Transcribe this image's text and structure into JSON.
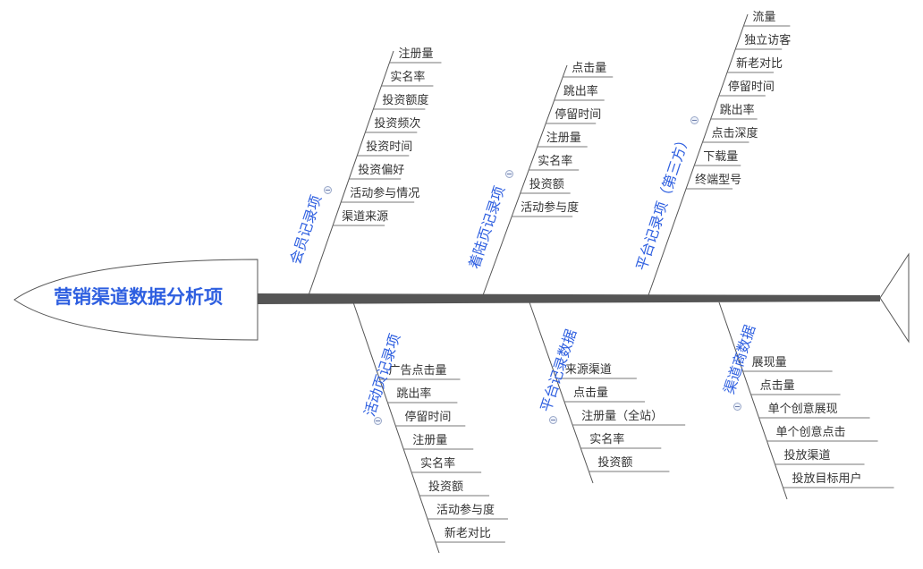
{
  "title": "营销渠道数据分析项",
  "categories": [
    {
      "name": "会员记录项",
      "side": "top",
      "leaves": [
        "注册量",
        "实名率",
        "投资额度",
        "投资频次",
        "投资时间",
        "投资偏好",
        "活动参与情况",
        "渠道来源"
      ]
    },
    {
      "name": "着陆页记录项",
      "side": "top",
      "leaves": [
        "点击量",
        "跳出率",
        "停留时间",
        "注册量",
        "实名率",
        "投资额",
        "活动参与度"
      ]
    },
    {
      "name": "平台记录项（第三方）",
      "side": "top",
      "leaves": [
        "流量",
        "独立访客",
        "新老对比",
        "停留时间",
        "跳出率",
        "点击深度",
        "下载量",
        "终端型号"
      ]
    },
    {
      "name": "活动页记录项",
      "side": "bottom",
      "leaves": [
        "广告点击量",
        "跳出率",
        "停留时间",
        "注册量",
        "实名率",
        "投资额",
        "活动参与度",
        "新老对比"
      ]
    },
    {
      "name": "平台记录数据",
      "side": "bottom",
      "leaves": [
        "来源渠道",
        "点击量",
        "注册量（全站）",
        "实名率",
        "投资额"
      ]
    },
    {
      "name": "渠道商数据",
      "side": "bottom",
      "leaves": [
        "展现量",
        "点击量",
        "单个创意展现",
        "单个创意点击",
        "投放渠道",
        "投放目标用户"
      ]
    }
  ]
}
